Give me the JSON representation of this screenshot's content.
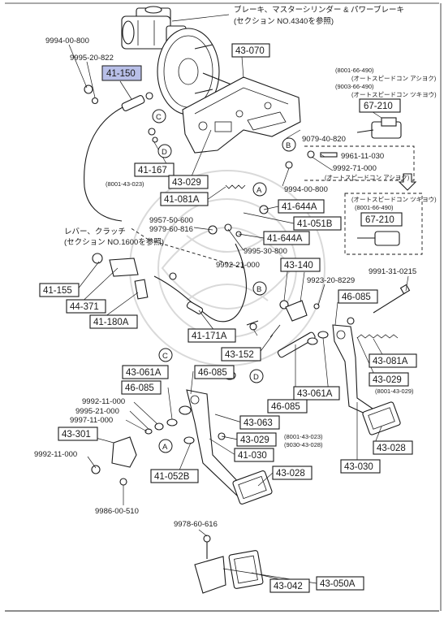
{
  "header": {
    "line1": "ブレーキ、マスターシリンダー & パワーブレーキ",
    "line2": "(セクション NO.4340を参照)"
  },
  "lever_note": {
    "line1": "レバー、クラッチ",
    "line2": "(セクション NO.1600を参照)"
  },
  "notes": {
    "n67210_top_1": "(8001-66-490)",
    "n67210_top_2": "(オートスピードコン アシヨク)",
    "n67210_top_3": "(9003-66-490)",
    "n67210_top_4": "(オートスピードコン ツキヨウ)",
    "n67210_bot_1": "(オートスピードコン ツキヨウ)",
    "n67210_bot_2": "(8001-66-490)",
    "n9992_71": "(オートスピードコン アシヨク)",
    "n43029_a": "(8001-43-023)",
    "n43029_b": "(8001-43-029)",
    "n43029_c1": "(8001-43-023)",
    "n43029_c2": "(9030-43-028)"
  },
  "parts": {
    "p9994_00_800_a": "9994-00-800",
    "p9995_20_822": "9995-20-822",
    "p9079_40_820": "9079-40-820",
    "p9961_11_030": "9961-11-030",
    "p9992_71_000": "9992-71-000",
    "p9994_00_800_b": "9994-00-800",
    "p9957_50_600": "9957-50-600",
    "p9979_60_816": "9979-60-816",
    "p9995_30_800": "9995-30-800",
    "p9992_21_000_a": "9992-21-000",
    "p9923_20_8229": "9923-20-8229",
    "p9991_31_0215": "9991-31-0215",
    "p9992_11_000_a": "9992-11-000",
    "p9995_21_000": "9995-21-000",
    "p9997_11_000": "9997-11-000",
    "p9992_11_000_b": "9992-11-000",
    "p9986_00_510": "9986-00-510",
    "p9978_60_616": "9978-60-616"
  },
  "boxes": {
    "b41_150": "41-150",
    "b43_070": "43-070",
    "b67_210_a": "67-210",
    "b41_167": "41-167",
    "b43_029_a": "43-029",
    "b41_081A": "41-081A",
    "b41_644A_a": "41-644A",
    "b41_051B": "41-051B",
    "b67_210_b": "67-210",
    "b41_644A_b": "41-644A",
    "b43_140": "43-140",
    "b41_155": "41-155",
    "b44_371": "44-371",
    "b41_180A": "41-180A",
    "b46_085_a": "46-085",
    "b41_171A": "41-171A",
    "b43_152": "43-152",
    "b43_081A": "43-081A",
    "b43_029_b": "43-029",
    "b43_061A_a": "43-061A",
    "b46_085_b": "46-085",
    "b46_085_c": "46-085",
    "b43_061A_b": "43-061A",
    "b46_085_d": "46-085",
    "b43_301": "43-301",
    "b43_063": "43-063",
    "b43_029_c": "43-029",
    "b41_030": "41-030",
    "b41_052B": "41-052B",
    "b43_028_a": "43-028",
    "b43_028_b": "43-028",
    "b43_030": "43-030",
    "b43_042": "43-042",
    "b43_050A": "43-050A"
  },
  "refs": {
    "A": "A",
    "B": "B",
    "C": "C",
    "D": "D"
  },
  "colors": {
    "highlight": "#b8bfe8",
    "ink": "#1a1a1a",
    "watermark": "#d9d9d9"
  }
}
